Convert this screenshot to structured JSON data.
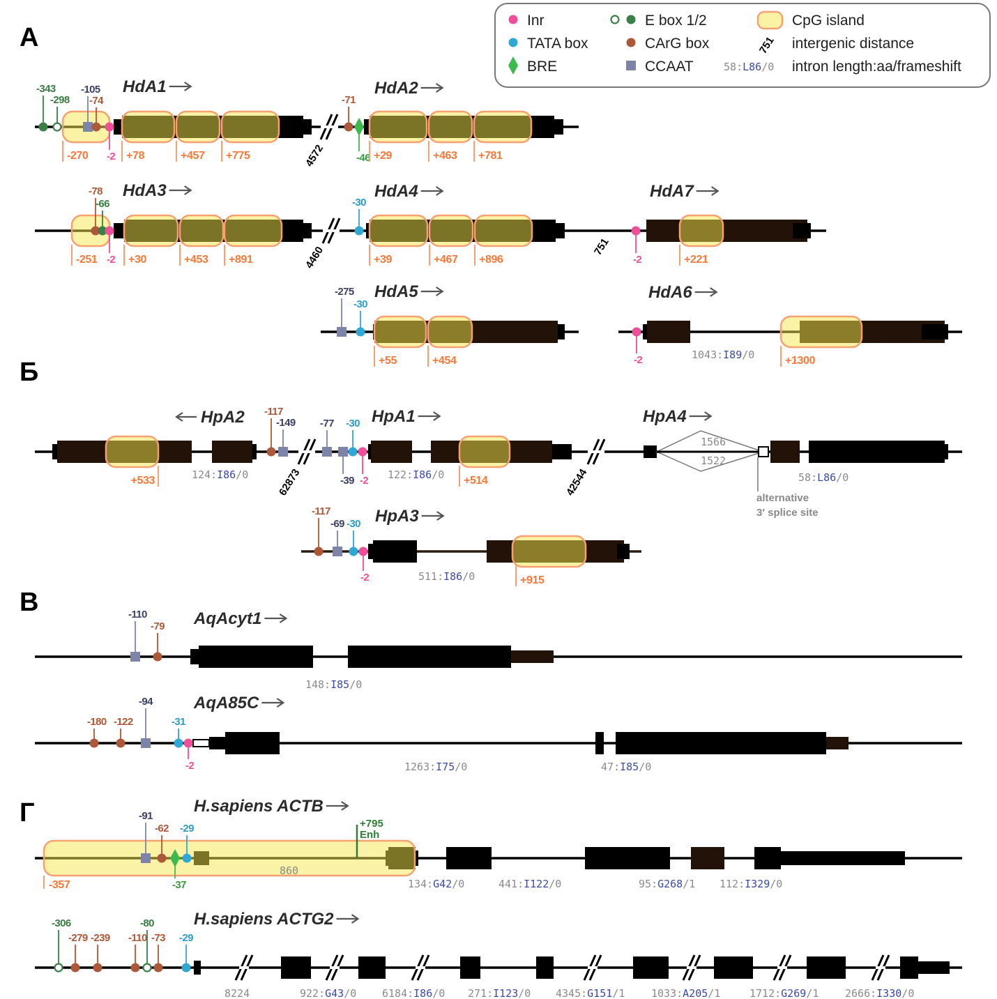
{
  "legend": {
    "inr": "Inr",
    "ebox": "E box 1/2",
    "cpg": "CpG island",
    "tata": "TATA box",
    "carg": "CArG box",
    "distance_example": "751",
    "distance": "intergenic distance",
    "bre": "BRE",
    "ccaat": "CCAAT",
    "intron_example": {
      "length": "58",
      "aa": "L86",
      "frameshift": "0"
    },
    "intron": "intron length:aa/frameshift"
  },
  "panels": {
    "a": "А",
    "b": "Б",
    "v": "В",
    "g": "Г"
  },
  "genes": {
    "HdA1": {
      "name": "HdA1",
      "sites": [
        "-343",
        "-298",
        "-105",
        "-74",
        "-2"
      ],
      "cpg": [
        "-270",
        "+78",
        "+457",
        "+775"
      ]
    },
    "HdA2": {
      "name": "HdA2",
      "sites": [
        "-71",
        "-46"
      ],
      "cpg": [
        "+29",
        "+463",
        "+781"
      ]
    },
    "HdA3": {
      "name": "HdA3",
      "sites": [
        "-78",
        "-66",
        "-2"
      ],
      "cpg": [
        "-251",
        "+30",
        "+453",
        "+891"
      ]
    },
    "HdA4": {
      "name": "HdA4",
      "sites": [
        "-30"
      ],
      "cpg": [
        "+39",
        "+467",
        "+896"
      ]
    },
    "HdA7": {
      "name": "HdA7",
      "sites": [
        "-2"
      ],
      "cpg": [
        "+221"
      ]
    },
    "HdA5": {
      "name": "HdA5",
      "sites": [
        "-275",
        "-30"
      ],
      "cpg": [
        "+55",
        "+454"
      ]
    },
    "HdA6": {
      "name": "HdA6",
      "sites": [
        "-2"
      ],
      "cpg": [
        "+1300"
      ],
      "introns": [
        {
          "length": "1043",
          "aa": "I89",
          "frameshift": "0"
        }
      ]
    },
    "HpA2": {
      "name": "HpA2",
      "sites": [
        "-117",
        "-149"
      ],
      "cpg": [
        "+533"
      ],
      "introns": [
        {
          "length": "124",
          "aa": "I86",
          "frameshift": "0"
        }
      ]
    },
    "HpA1": {
      "name": "HpA1",
      "sites": [
        "-77",
        "-39",
        "-30",
        "-2"
      ],
      "cpg": [
        "+514"
      ],
      "introns": [
        {
          "length": "122",
          "aa": "I86",
          "frameshift": "0"
        }
      ]
    },
    "HpA4": {
      "name": "HpA4",
      "alt_lengths": [
        "1566",
        "1522"
      ],
      "alt_label": [
        "alternative",
        "3′ splice site"
      ],
      "introns": [
        {
          "length": "58",
          "aa": "L86",
          "frameshift": "0"
        }
      ]
    },
    "HpA3": {
      "name": "HpA3",
      "sites": [
        "-117",
        "-69",
        "-30",
        "-2"
      ],
      "cpg": [
        "+915"
      ],
      "introns": [
        {
          "length": "511",
          "aa": "I86",
          "frameshift": "0"
        }
      ]
    },
    "AqAcyt1": {
      "name": "AqAcyt1",
      "sites": [
        "-110",
        "-79"
      ],
      "introns": [
        {
          "length": "148",
          "aa": "I85",
          "frameshift": "0"
        }
      ]
    },
    "AqA85C": {
      "name": "AqA85C",
      "sites": [
        "-180",
        "-122",
        "-94",
        "-31",
        "-2"
      ],
      "introns": [
        {
          "length": "1263",
          "aa": "I75",
          "frameshift": "0"
        },
        {
          "length": "47",
          "aa": "I85",
          "frameshift": "0"
        }
      ]
    },
    "ACTB": {
      "name": "H.sapiens ACTB",
      "sites": [
        "-91",
        "-62",
        "-37",
        "-29"
      ],
      "enhancer": [
        "+795",
        "Enh"
      ],
      "cpg": [
        "-357"
      ],
      "island_length": "860",
      "introns": [
        {
          "length": "134",
          "aa": "G42",
          "frameshift": "0"
        },
        {
          "length": "441",
          "aa": "I122",
          "frameshift": "0"
        },
        {
          "length": "95",
          "aa": "G268",
          "frameshift": "1"
        },
        {
          "length": "112",
          "aa": "I329",
          "frameshift": "0"
        }
      ]
    },
    "ACTG2": {
      "name": "H.sapiens ACTG2",
      "sites": [
        "-306",
        "-279",
        "-239",
        "-110",
        "-80",
        "-73",
        "-29"
      ],
      "upstream_distance": "8224",
      "introns": [
        {
          "length": "922",
          "aa": "G43",
          "frameshift": "0"
        },
        {
          "length": "6184",
          "aa": "I86",
          "frameshift": "0"
        },
        {
          "length": "271",
          "aa": "I123",
          "frameshift": "0"
        },
        {
          "length": "4345",
          "aa": "G151",
          "frameshift": "1"
        },
        {
          "length": "1033",
          "aa": "A205",
          "frameshift": "1"
        },
        {
          "length": "1712",
          "aa": "G269",
          "frameshift": "1"
        },
        {
          "length": "2666",
          "aa": "I330",
          "frameshift": "0"
        }
      ]
    }
  },
  "intergenic": [
    "4572",
    "4460",
    "751",
    "62873",
    "42544"
  ],
  "colors": {
    "inr": "#ee4f98",
    "tata": "#2fa8d5",
    "bre": "#3dba4e",
    "ebox": "#3b7f48",
    "carg": "#ad5838",
    "ccaat": "#7d84a7",
    "cpg_fill": "#f6e84c",
    "cpg_stroke": "#f7a072",
    "utr": "#231208"
  }
}
